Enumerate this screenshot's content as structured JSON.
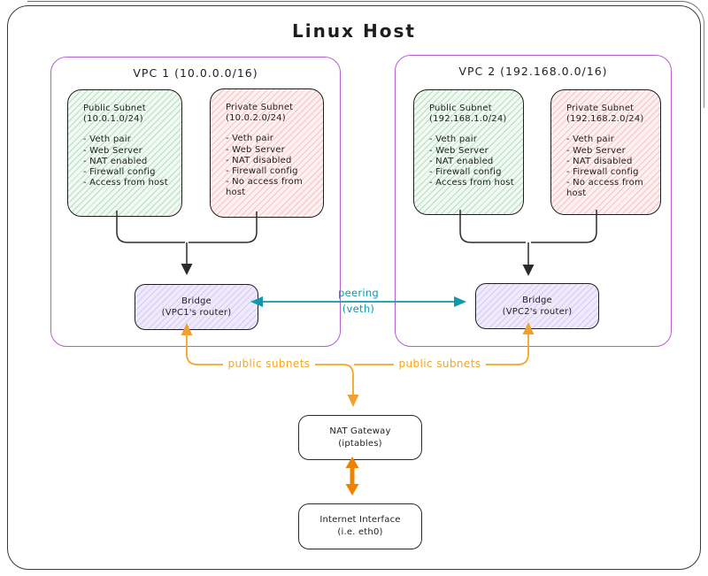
{
  "title": "Linux Host",
  "colors": {
    "vpc_border": "#b45fd2",
    "public_subnet_green": "#2f9e44",
    "private_subnet_red": "#e03131",
    "bridge_purple": "#7950f2",
    "peering_teal": "#1098ad",
    "public_subnets_orange": "#f5a623",
    "nat_link_orange": "#ef8200",
    "connector_dark": "#1e1e1e"
  },
  "vpcs": [
    {
      "label": "VPC 1 (10.0.0.0/16)",
      "public_subnet": {
        "name": "Public Subnet",
        "cidr": "(10.0.1.0/24)",
        "items": [
          "- Veth pair",
          "- Web Server",
          "- NAT enabled",
          "- Firewall config",
          "- Access from host"
        ]
      },
      "private_subnet": {
        "name": "Private Subnet",
        "cidr": "(10.0.2.0/24)",
        "items": [
          "- Veth pair",
          "- Web Server",
          "- NAT disabled",
          "- Firewall config",
          "- No access from host"
        ]
      },
      "bridge": {
        "name": "Bridge",
        "role": "(VPC1's router)"
      }
    },
    {
      "label": "VPC 2 (192.168.0.0/16)",
      "public_subnet": {
        "name": "Public Subnet",
        "cidr": "(192.168.1.0/24)",
        "items": [
          "- Veth pair",
          "- Web Server",
          "- NAT enabled",
          "- Firewall config",
          "- Access from host"
        ]
      },
      "private_subnet": {
        "name": "Private Subnet",
        "cidr": "(192.168.2.0/24)",
        "items": [
          "- Veth pair",
          "- Web Server",
          "- NAT disabled",
          "- Firewall config",
          "- No access from host"
        ]
      },
      "bridge": {
        "name": "Bridge",
        "role": "(VPC2's router)"
      }
    }
  ],
  "connections": {
    "peering": {
      "line1": "peering",
      "line2": "(veth)"
    },
    "public_subnets_left": "public subnets",
    "public_subnets_right": "public subnets"
  },
  "nat_gateway": {
    "line1": "NAT Gateway",
    "line2": "(iptables)"
  },
  "internet_interface": {
    "line1": "Internet Interface",
    "line2": "(i.e. eth0)"
  }
}
